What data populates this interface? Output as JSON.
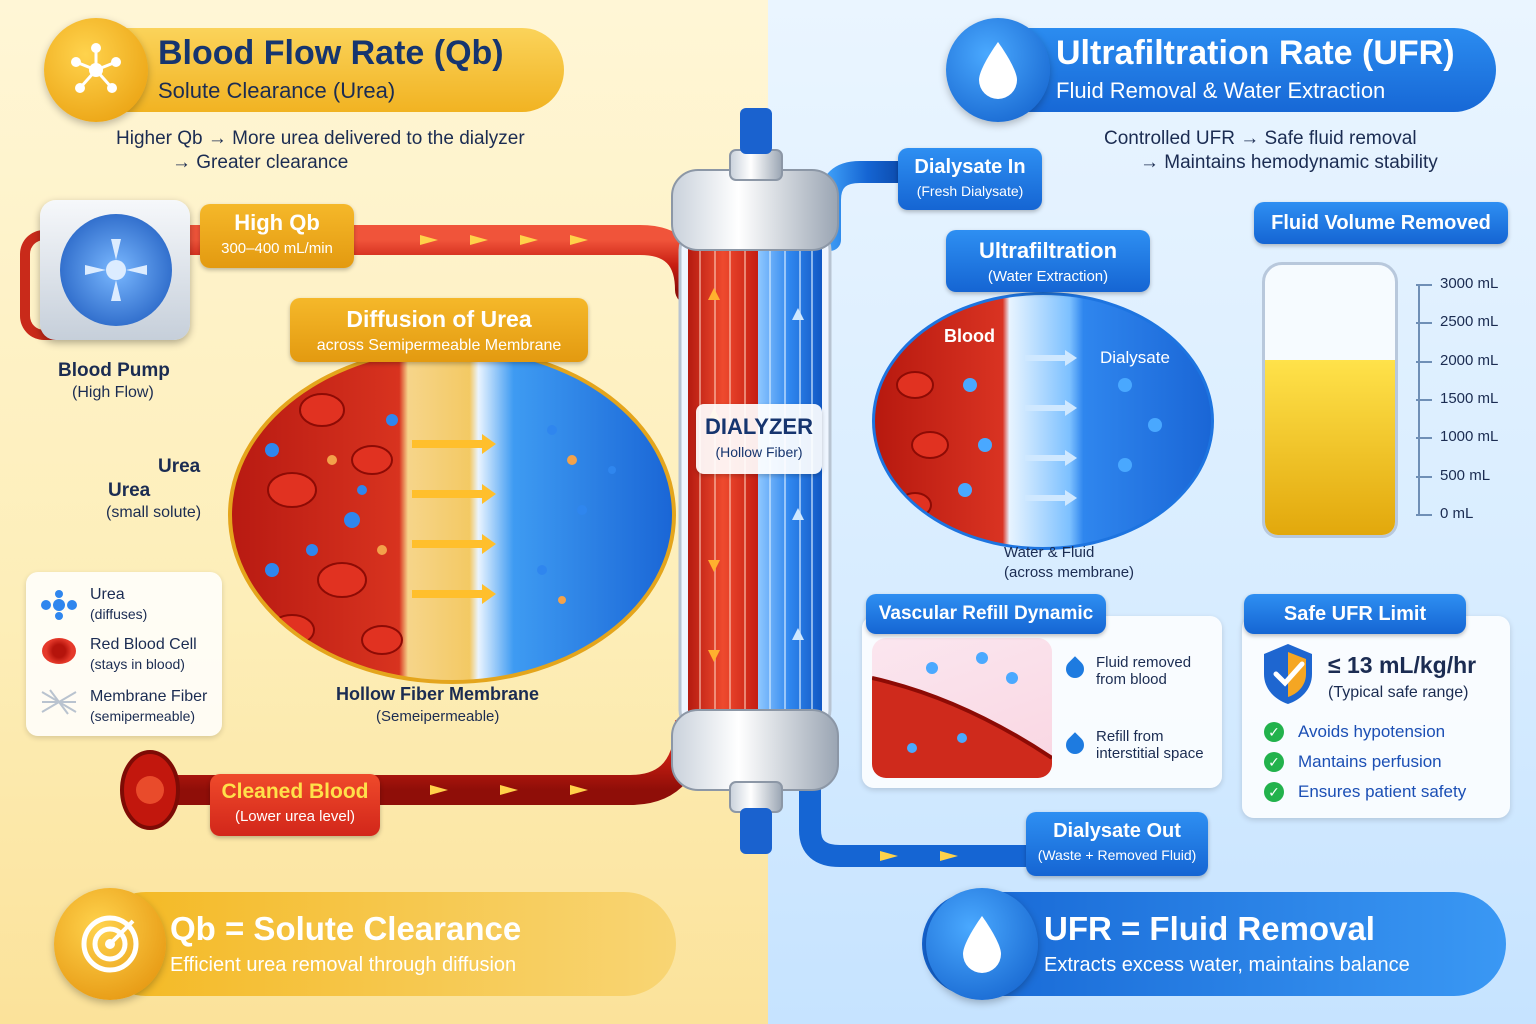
{
  "left_header": {
    "title": "Blood Flow Rate (Qb)",
    "subtitle": "Solute Clearance (Urea)",
    "note_line1": "Higher Qb → More urea delivered to the dialyzer",
    "note_line2": "→ Greater clearance",
    "icon": "molecule-icon"
  },
  "right_header": {
    "title": "Ultrafiltration Rate (UFR)",
    "subtitle": "Fluid Removal & Water Extraction",
    "note_line1": "Controlled UFR → Safe fluid removal",
    "note_line2": "→ Maintains hemodynamic stability",
    "icon": "water-drop-icon"
  },
  "pump": {
    "label": "Blood Pump",
    "sublabel": "(High Flow)"
  },
  "high_qb": {
    "label": "High Qb",
    "value": "300–400 mL/min"
  },
  "diffusion": {
    "title": "Diffusion of Urea",
    "subtitle": "across Semipermeable Membrane",
    "urea_label": "Urea",
    "urea_label2": "Urea",
    "urea_sub": "(small solute)"
  },
  "membrane": {
    "label": "Hollow Fiber Membrane",
    "sublabel": "(Semeipermeable)"
  },
  "legend": [
    {
      "label": "Urea",
      "sub": "(diffuses)",
      "icon": "urea-molecule-icon"
    },
    {
      "label": "Red Blood Cell",
      "sub": "(stays in blood)",
      "icon": "red-blood-cell-icon"
    },
    {
      "label": "Membrane Fiber",
      "sub": "(semipermeable)",
      "icon": "membrane-fiber-icon"
    }
  ],
  "cleaned_blood": {
    "label": "Cleaned Blood",
    "sublabel": "(Lower urea level)"
  },
  "dialyzer": {
    "label": "DIALYZER",
    "sublabel": "(Hollow Fiber)"
  },
  "dialysate_in": {
    "label": "Dialysate In",
    "sublabel": "(Fresh Dialysate)"
  },
  "dialysate_out": {
    "label": "Dialysate Out",
    "sublabel": "(Waste + Removed Fluid)"
  },
  "ultrafiltration": {
    "title": "Ultrafiltration",
    "subtitle": "(Water Extraction)",
    "blood_label": "Blood",
    "dialysate_label": "Dialysate",
    "water_label": "Water & Fluid",
    "water_sub": "(across membrane)"
  },
  "fluid_volume": {
    "title": "Fluid Volume Removed",
    "ticks": [
      "3000 mL",
      "2500 mL",
      "2000 mL",
      "1500 mL",
      "1000 mL",
      "500 mL",
      "0 mL"
    ],
    "fill_fraction": 0.65
  },
  "vascular_refill": {
    "title": "Vascular Refill Dynamic",
    "item1": "Fluid removed from blood",
    "item2": "Refill from interstitial space"
  },
  "safe_ufr": {
    "title": "Safe UFR Limit",
    "value": "≤ 13 mL/kg/hr",
    "sub": "(Typical safe range)",
    "checks": [
      "Avoids hypotension",
      "Mantains perfusion",
      "Ensures patient safety"
    ]
  },
  "footer_left": {
    "title": "Qb = Solute Clearance",
    "sub": "Efficient urea removal through diffusion",
    "icon": "target-icon"
  },
  "footer_right": {
    "title": "UFR = Fluid Removal",
    "sub": "Extracts excess water, maintains balance",
    "icon": "water-drop-icon"
  },
  "colors": {
    "yellow": "#f2b41f",
    "blue": "#1d74e0",
    "red": "#d9261c",
    "navy": "#16356f"
  }
}
